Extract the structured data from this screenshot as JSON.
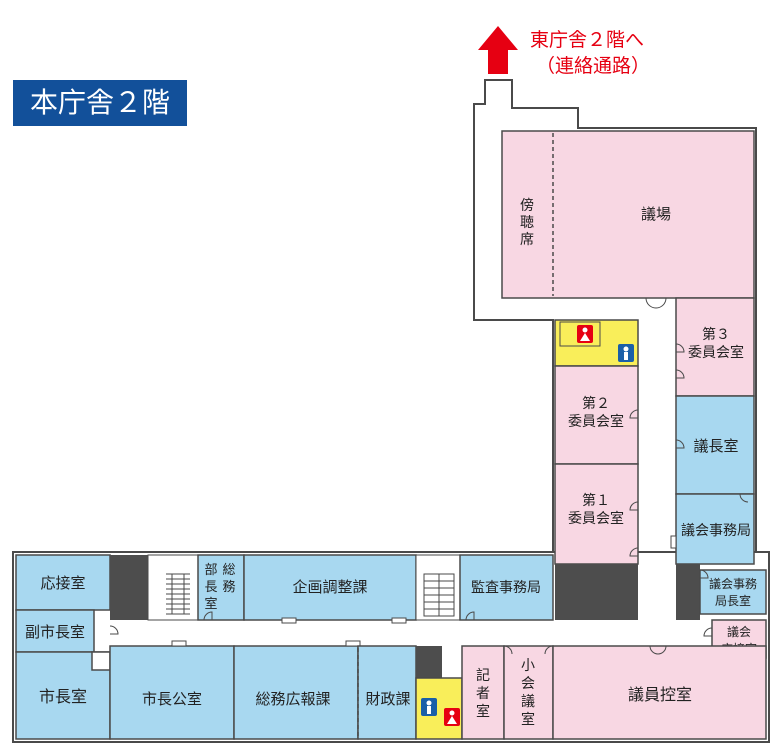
{
  "floor_title": "本庁舎２階",
  "link_note": {
    "line1": "東庁舎２階へ",
    "line2": "（連絡通路）"
  },
  "rooms": {
    "bochoseki": "傍聴席",
    "gijo": "議場",
    "dai3_l1": "第３",
    "dai3_l2": "委員会室",
    "dai2_l1": "第２",
    "dai2_l2": "委員会室",
    "dai1_l1": "第１",
    "dai1_l2": "委員会室",
    "gichoshitsu": "議長室",
    "gikai_jimukyoku": "議会事務局",
    "gikai_kyokucho_l1": "議会事務",
    "gikai_kyokucho_l2": "局長室",
    "gikai_osetsu_l1": "議会",
    "gikai_osetsu_l2": "応接室",
    "kansa": "監査事務局",
    "kikaku": "企画調整課",
    "bu_c1": "部",
    "bu_c2": "長",
    "bu_c3": "室",
    "so_c1": "総",
    "so_c2": "務",
    "osetsu": "応接室",
    "fukushicho": "副市長室",
    "shicho": "市長室",
    "shicho_kou": "市長公室",
    "somu_koho": "総務広報課",
    "zaisei": "財政課",
    "kisha_c1": "記",
    "kisha_c2": "者",
    "kisha_c3": "室",
    "sho_c1": "小",
    "sho_c2": "会",
    "sho_c3": "議",
    "sho_c4": "室",
    "giin_hikae": "議員控室"
  },
  "colors": {
    "title_bg": "#12509a",
    "blue_room": "#a8d8f0",
    "pink_room": "#f8d7e3",
    "yellow_wc": "#f9ee5a",
    "dark_block": "#4d4d4d",
    "corridor": "#ffffff",
    "outline": "#4a4a4a",
    "accent_red": "#e60012",
    "wc_blue": "#1a5fa8"
  },
  "icons": [
    "up-arrow-icon",
    "restroom-female-icon",
    "restroom-male-icon",
    "stairs-icon",
    "door-swing-icon"
  ]
}
